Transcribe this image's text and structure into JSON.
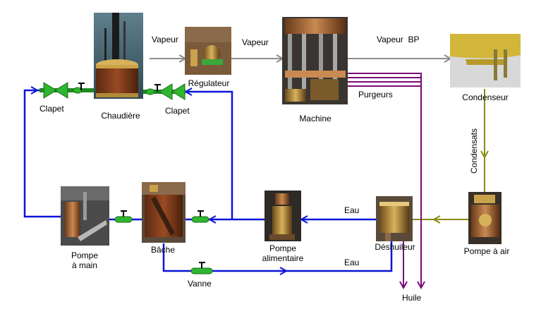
{
  "components": {
    "chaudiere": "Chaudière",
    "regulateur": "Régulateur",
    "machine": "Machine",
    "condenseur": "Condenseur",
    "pompe_main_l1": "Pompe",
    "pompe_main_l2": "à main",
    "bache": "Bâche",
    "pompe_alim_l1": "Pompe",
    "pompe_alim_l2": "alimentaire",
    "deshuileur": "Déshuileur",
    "pompe_air": "Pompe à air"
  },
  "flows": {
    "vapeur_1": "Vapeur",
    "vapeur_2": "Vapeur",
    "vapeur_bp": "Vapeur  BP",
    "purgeurs": "Purgeurs",
    "condensats": "Condensats",
    "eau_1": "Eau",
    "eau_2": "Eau",
    "huile": "Huile"
  },
  "valves": {
    "clapet_left": "Clapet",
    "clapet_right": "Clapet",
    "vanne": "Vanne"
  },
  "colors": {
    "steam": "#8c8c8c",
    "water": "#0a14d8",
    "purge": "#7a0a7a",
    "condensate": "#8a8a12",
    "valve": "#2fb52f"
  }
}
